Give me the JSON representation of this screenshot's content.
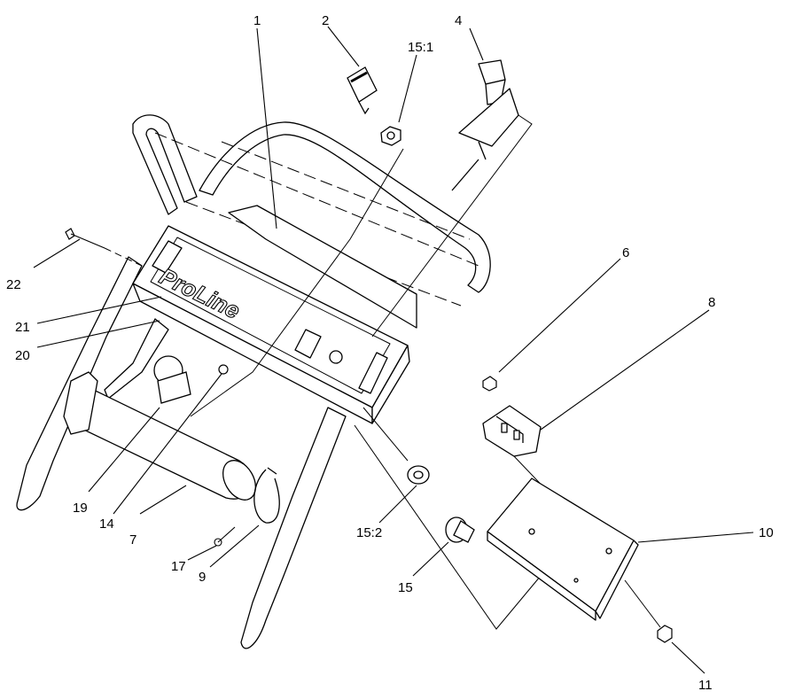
{
  "brand": {
    "logo_text": "ProLine"
  },
  "callouts": [
    {
      "id": "c1",
      "label": "1"
    },
    {
      "id": "c2",
      "label": "2"
    },
    {
      "id": "c15-1",
      "label": "15:1"
    },
    {
      "id": "c4",
      "label": "4"
    },
    {
      "id": "c22",
      "label": "22"
    },
    {
      "id": "c21",
      "label": "21"
    },
    {
      "id": "c20",
      "label": "20"
    },
    {
      "id": "c6",
      "label": "6"
    },
    {
      "id": "c8",
      "label": "8"
    },
    {
      "id": "c19",
      "label": "19"
    },
    {
      "id": "c14",
      "label": "14"
    },
    {
      "id": "c7",
      "label": "7"
    },
    {
      "id": "c17",
      "label": "17"
    },
    {
      "id": "c9",
      "label": "9"
    },
    {
      "id": "c15-2",
      "label": "15:2"
    },
    {
      "id": "c15",
      "label": "15"
    },
    {
      "id": "c10",
      "label": "10"
    },
    {
      "id": "c11",
      "label": "11"
    }
  ]
}
